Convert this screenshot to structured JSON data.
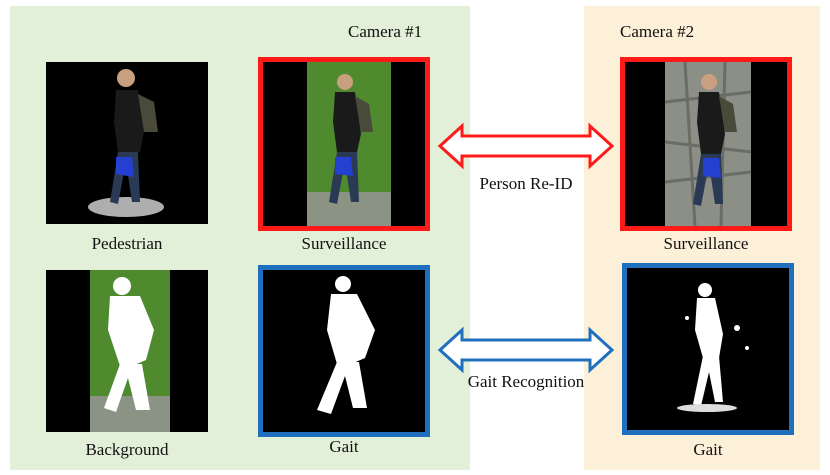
{
  "camera1": {
    "title": "Camera #1",
    "bg_color": "#e2efd9"
  },
  "camera2": {
    "title": "Camera #2",
    "bg_color": "#fcf0d9"
  },
  "captions": {
    "pedestrian": "Pedestrian",
    "surveillance1": "Surveillance",
    "background": "Background",
    "gait1": "Gait",
    "surveillance2": "Surveillance",
    "gait2": "Gait"
  },
  "arrows": {
    "reid": {
      "label": "Person Re-ID",
      "color": "#ff1a1a"
    },
    "gait": {
      "label": "Gait Recognition",
      "color": "#1f6fbf"
    }
  },
  "frame_colors": {
    "surveillance": "#ff1a1a",
    "gait": "#1f6fbf"
  }
}
